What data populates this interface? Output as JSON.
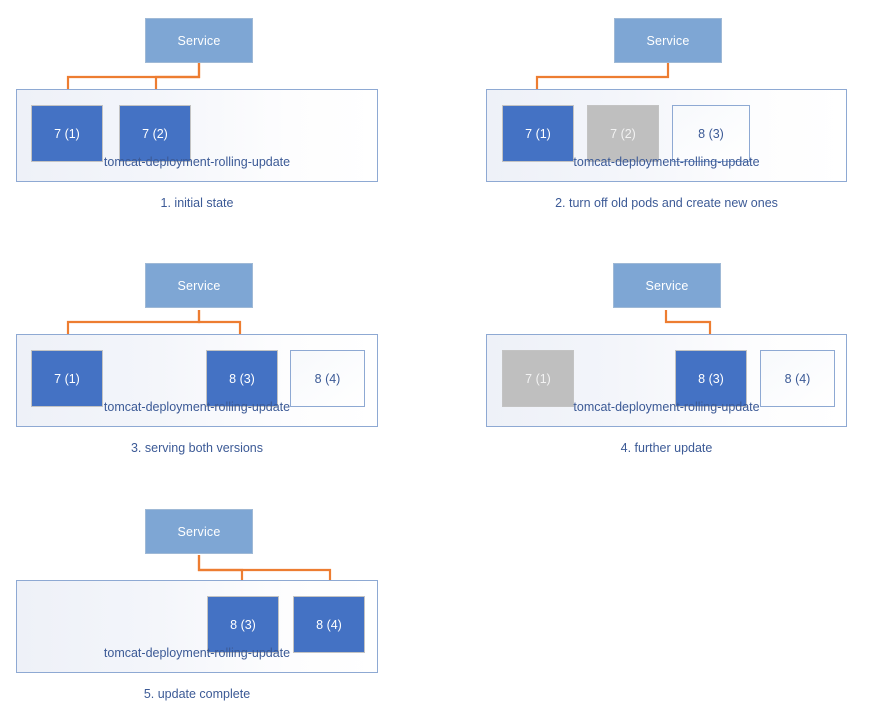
{
  "diagram": {
    "title": "Kubernetes Deployment Rolling Update",
    "colors": {
      "pod_active": "#4472C4",
      "pod_terminating": "#BFBFBF",
      "pod_pending_border": "#8EA9D3",
      "service": "#7EA6D4",
      "arrow": "#ED7D31",
      "text_blue": "#3C5A96",
      "container_border": "#8EA9D3"
    },
    "service_label": "Service",
    "deployment_name": "tomcat-deployment-rolling-update",
    "panels": [
      {
        "id": "panel-1",
        "caption": "1. initial state",
        "service_label": "Service",
        "deployment_name": "tomcat-deployment-rolling-update",
        "pods": [
          {
            "label": "7 (1)",
            "state": "active"
          },
          {
            "label": "7 (2)",
            "state": "active"
          }
        ],
        "routed_pods": [
          "7 (1)",
          "7 (2)"
        ]
      },
      {
        "id": "panel-2",
        "caption": "2. turn off old pods and create new ones",
        "service_label": "Service",
        "deployment_name": "tomcat-deployment-rolling-update",
        "pods": [
          {
            "label": "7 (1)",
            "state": "active"
          },
          {
            "label": "7 (2)",
            "state": "terminating"
          },
          {
            "label": "8 (3)",
            "state": "pending"
          }
        ],
        "routed_pods": [
          "7 (1)"
        ]
      },
      {
        "id": "panel-3",
        "caption": "3. serving both versions",
        "service_label": "Service",
        "deployment_name": "tomcat-deployment-rolling-update",
        "pods": [
          {
            "label": "7 (1)",
            "state": "active"
          },
          {
            "label": "8 (3)",
            "state": "active"
          },
          {
            "label": "8 (4)",
            "state": "pending"
          }
        ],
        "routed_pods": [
          "7 (1)",
          "8 (3)"
        ]
      },
      {
        "id": "panel-4",
        "caption": "4. further update",
        "service_label": "Service",
        "deployment_name": "tomcat-deployment-rolling-update",
        "pods": [
          {
            "label": "7 (1)",
            "state": "terminating"
          },
          {
            "label": "8 (3)",
            "state": "active"
          },
          {
            "label": "8 (4)",
            "state": "pending"
          }
        ],
        "routed_pods": [
          "8 (3)"
        ]
      },
      {
        "id": "panel-5",
        "caption": "5. update complete",
        "service_label": "Service",
        "deployment_name": "tomcat-deployment-rolling-update",
        "pods": [
          {
            "label": "8 (3)",
            "state": "active"
          },
          {
            "label": "8 (4)",
            "state": "active"
          }
        ],
        "routed_pods": [
          "8 (3)",
          "8 (4)"
        ]
      }
    ]
  }
}
